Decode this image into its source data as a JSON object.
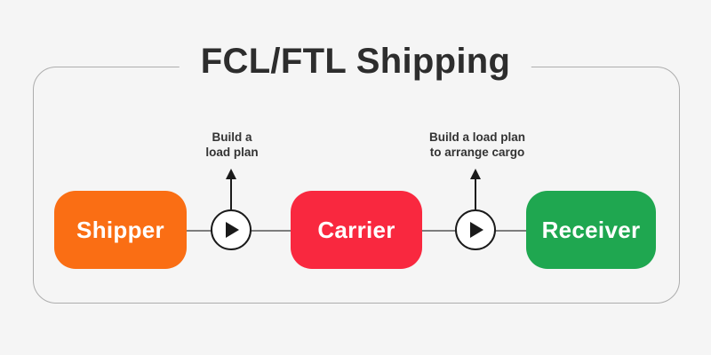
{
  "title": "FCL/FTL Shipping",
  "colors": {
    "page_background": "#F5F5F5",
    "container_border": "#ADADAD",
    "shipper": "#FA6E14",
    "carrier": "#F9283F",
    "receiver": "#1FA750",
    "node_text": "#FFFFFF",
    "heading_text": "#2D2D2D",
    "annotation_text": "#333333",
    "connector_line": "#7D7D7D",
    "arrow": "#1A1A1A"
  },
  "nodes": [
    {
      "label": "Shipper"
    },
    {
      "label": "Carrier"
    },
    {
      "label": "Receiver"
    }
  ],
  "annotations": [
    {
      "line1": "Build a",
      "line2": "load plan"
    },
    {
      "line1": "Build a load plan",
      "line2": "to arrange cargo"
    }
  ]
}
